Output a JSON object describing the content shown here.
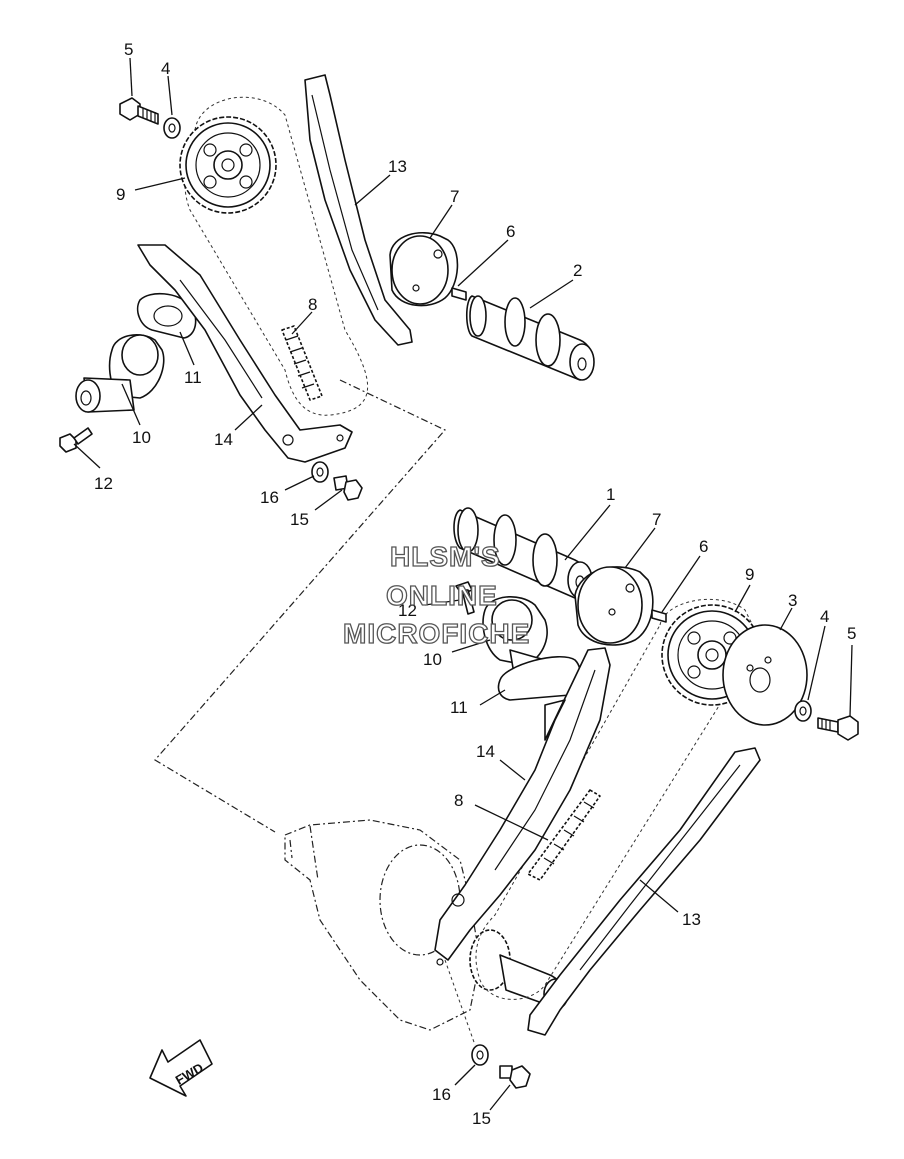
{
  "diagram": {
    "callouts": {
      "top_5": "5",
      "top_4": "4",
      "top_9": "9",
      "top_13": "13",
      "top_7": "7",
      "top_6": "6",
      "top_2": "2",
      "top_8": "8",
      "top_11": "11",
      "top_10": "10",
      "top_14": "14",
      "top_12": "12",
      "top_16": "16",
      "top_15": "15",
      "bot_1": "1",
      "bot_7": "7",
      "bot_6": "6",
      "bot_9": "9",
      "bot_3": "3",
      "bot_4": "4",
      "bot_5": "5",
      "bot_12": "12",
      "bot_10": "10",
      "bot_11": "11",
      "bot_14": "14",
      "bot_8": "8",
      "bot_13": "13",
      "bot_16": "16",
      "bot_15": "15"
    },
    "watermark": {
      "line1": "HLSM'S",
      "line2": "ONLINE",
      "line3": "MICROFICHE"
    },
    "fwd_label": "FWD"
  }
}
